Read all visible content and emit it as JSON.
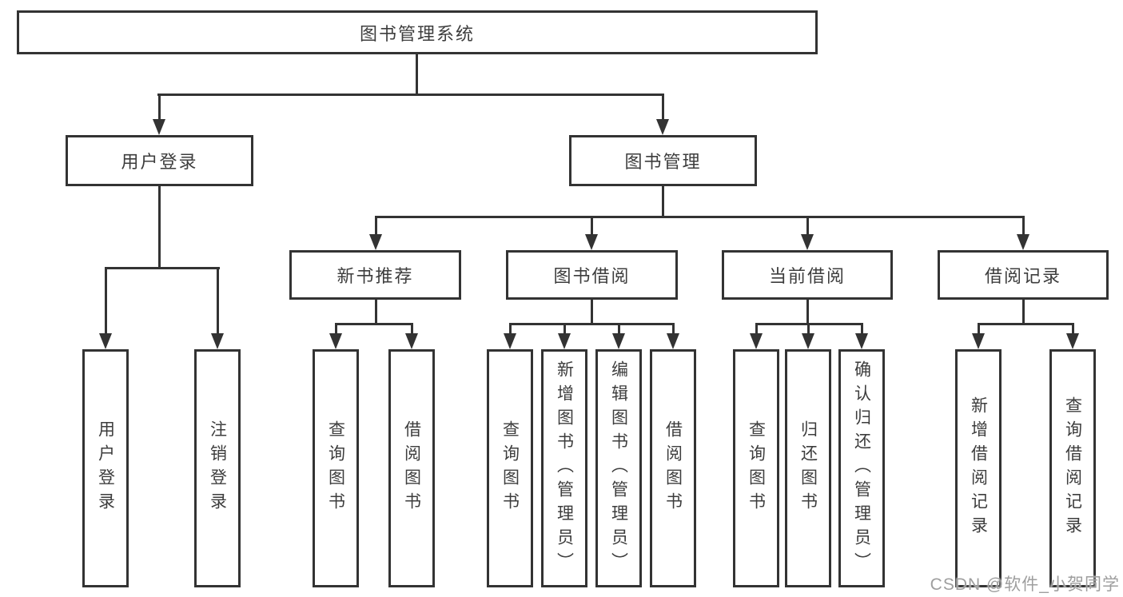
{
  "colors": {
    "line": "#333333",
    "text": "#3d3d3d",
    "watermark": "#9e9e9e",
    "background": "#ffffff"
  },
  "tree": {
    "root": {
      "label": "图书管理系统"
    },
    "branches": [
      {
        "label": "用户登录",
        "children": [
          "用户登录",
          "注销登录"
        ]
      },
      {
        "label": "图书管理",
        "groups": [
          {
            "label": "新书推荐",
            "children": [
              "查询图书",
              "借阅图书"
            ]
          },
          {
            "label": "图书借阅",
            "children": [
              "查询图书",
              "新增图书（管理员）",
              "编辑图书（管理员）",
              "借阅图书"
            ]
          },
          {
            "label": "当前借阅",
            "children": [
              "查询图书",
              "归还图书",
              "确认归还（管理员）"
            ]
          },
          {
            "label": "借阅记录",
            "children": [
              "新增借阅记录",
              "查询借阅记录"
            ]
          }
        ]
      }
    ]
  },
  "watermark": {
    "text": "CSDN @软件_小贺同学"
  }
}
